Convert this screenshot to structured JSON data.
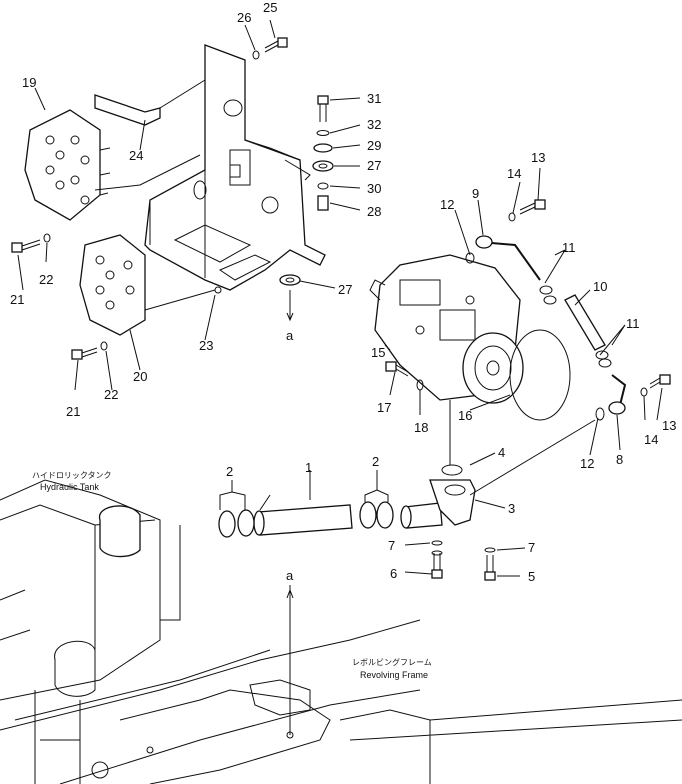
{
  "callouts": {
    "n1": "1",
    "n2a": "2",
    "n2b": "2",
    "n3": "3",
    "n4": "4",
    "n5": "5",
    "n6": "6",
    "n7a": "7",
    "n7b": "7",
    "n8": "8",
    "n9": "9",
    "n10": "10",
    "n11a": "11",
    "n11b": "11",
    "n12a": "12",
    "n12b": "12",
    "n13a": "13",
    "n13b": "13",
    "n14a": "14",
    "n14b": "14",
    "n15": "15",
    "n16": "16",
    "n17": "17",
    "n18": "18",
    "n19": "19",
    "n20": "20",
    "n21a": "21",
    "n21b": "21",
    "n22a": "22",
    "n22b": "22",
    "n23": "23",
    "n24": "24",
    "n25": "25",
    "n26": "26",
    "n27a": "27",
    "n27b": "27",
    "n28": "28",
    "n29": "29",
    "n30": "30",
    "n31": "31",
    "n32": "32",
    "a_top": "a",
    "a_bottom": "a"
  },
  "labels": {
    "tank_jp": "ハイドロリックタンク",
    "tank_en": "Hydraulic Tank",
    "frame_jp": "レボルビングフレーム",
    "frame_en": "Revolving Frame"
  }
}
